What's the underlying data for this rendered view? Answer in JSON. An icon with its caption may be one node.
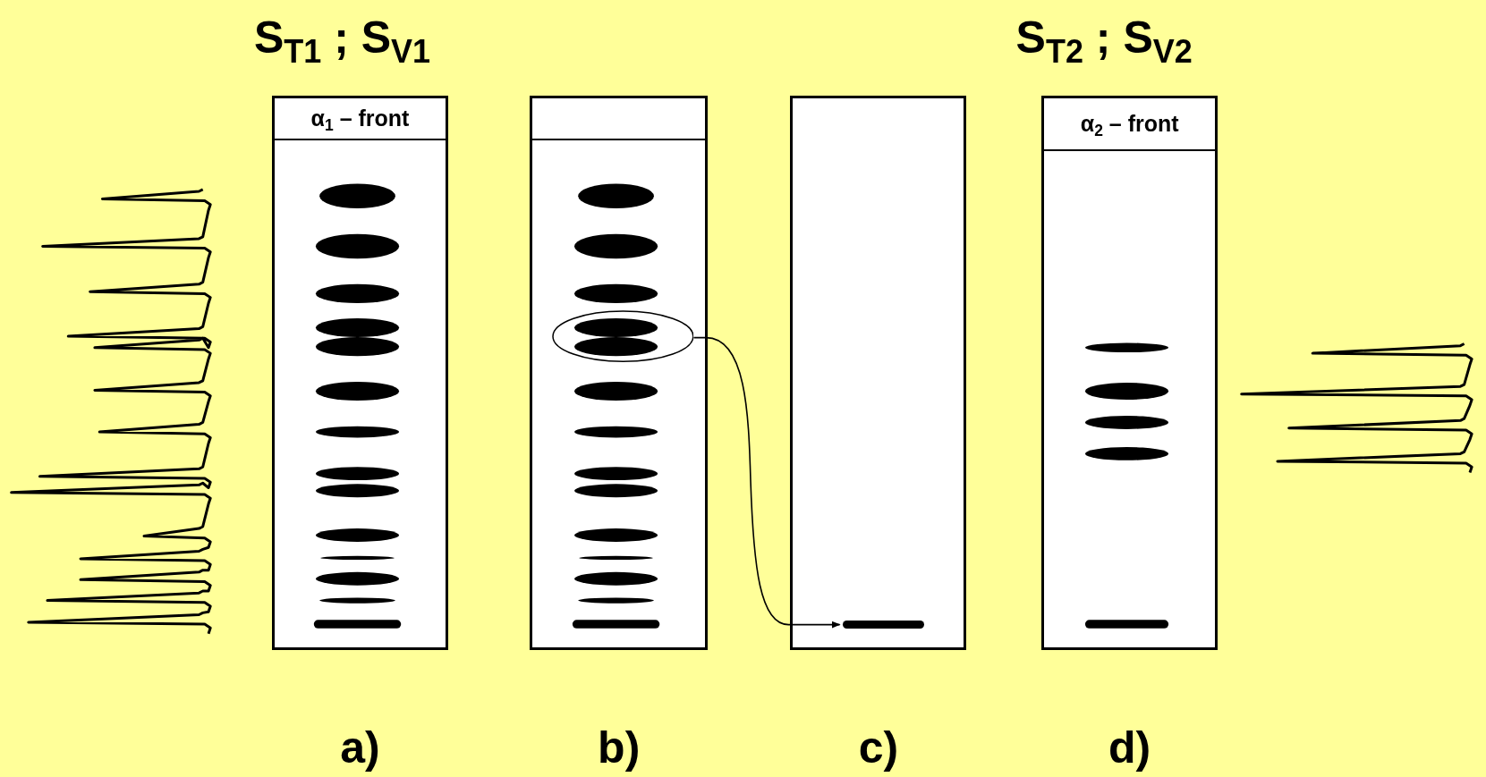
{
  "diagram": {
    "nodes": [
      {
        "text": [
          "α$_{1}$ – front"
        ],
        "beside": [
          "a)"
        ]
      },
      {
        "text": [],
        "shape": "box",
        "beside": [
          "b)"
        ]
      },
      {
        "text": [],
        "shape": "circle",
        "in": 1
      },
      {
        "text": [],
        "shape": "box",
        "beside": [
          "c)"
        ]
      },
      {
        "text": [],
        "shape": "bar",
        "in": 3
      },
      {
        "text": [
          "α$_{2}$ – front"
        ],
        "beside": [
          "d)"
        ]
      }
    ],
    "edges": [
      {
        "from": 2,
        "to": 4,
        "arrow": "to"
      }
    ],
    "labels": [
      "S$_{T1}$ ; S$_{V1}$",
      "S$_{T2}$ ; S$_{V2}$"
    ]
  }
}
